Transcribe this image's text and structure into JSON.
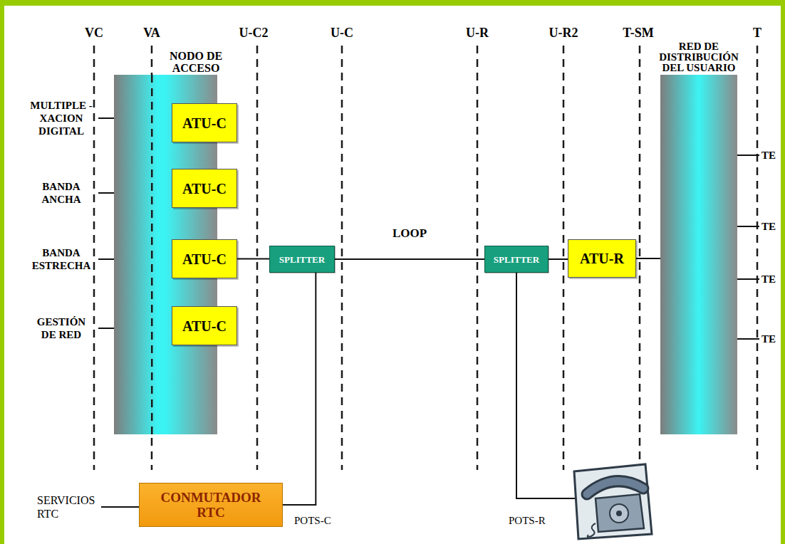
{
  "diagram": {
    "nodes": [
      {
        "text": [
          "NODO DE ACCESO"
        ]
      },
      {
        "text": [
          "ATU-C"
        ],
        "in": 0
      },
      {
        "text": [
          "ATU-C"
        ],
        "in": 0
      },
      {
        "text": [
          "ATU-C"
        ],
        "in": 0
      },
      {
        "text": [
          "ATU-C"
        ],
        "in": 0
      },
      {
        "text": [
          "SPLITTER"
        ]
      },
      {
        "text": [
          "SPLITTER"
        ]
      },
      {
        "text": [
          "ATU-R"
        ]
      },
      {
        "text": [
          "RED DE DISTRIBUCIÓN DEL USUARIO"
        ]
      },
      {
        "text": [
          "CONMUTADOR RTC"
        ]
      }
    ],
    "edges": [
      {
        "from": 3,
        "to": 5,
        "arrow": "none"
      },
      {
        "from": 5,
        "to": 6,
        "arrow": "none",
        "label": "LOOP"
      },
      {
        "from": 6,
        "to": 7,
        "arrow": "none"
      },
      {
        "from": 7,
        "to": 8,
        "arrow": "none"
      },
      {
        "from": 5,
        "to": 9,
        "arrow": "none"
      }
    ],
    "labels": [
      "VC",
      "VA",
      "U-C2",
      "U-C",
      "U-R",
      "U-R2",
      "T-SM",
      "T",
      "MULTIPLE -XACION DIGITAL",
      "BANDA ANCHA",
      "BANDA ESTRECHA",
      "GESTIÓN DE RED",
      "TE",
      "TE",
      "TE",
      "TE",
      "SERVICIOS RTC",
      "POTS-C",
      "POTS-R"
    ]
  }
}
